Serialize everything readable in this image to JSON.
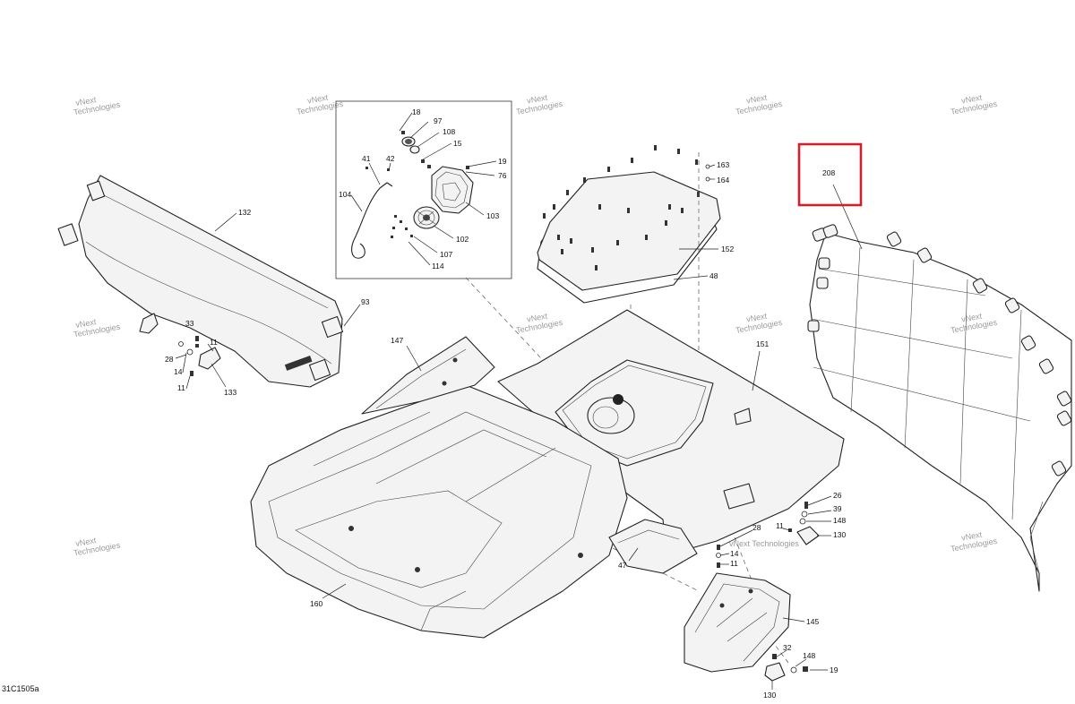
{
  "diagram": {
    "reference_code": "31C1505a",
    "watermark": {
      "line1": "vNext",
      "line2": "Technologies",
      "line3": "vNext Technologies"
    },
    "highlighted_callout": "208",
    "highlight_color": "#d0202a",
    "callouts": {
      "c18": "18",
      "c97": "97",
      "c108": "108",
      "c15": "15",
      "c41": "41",
      "c42": "42",
      "c19a": "19",
      "c76": "76",
      "c104": "104",
      "c103": "103",
      "c102": "102",
      "c107": "107",
      "c114": "114",
      "c163": "163",
      "c164": "164",
      "c152": "152",
      "c48": "48",
      "c208": "208",
      "c132": "132",
      "c93": "93",
      "c33": "33",
      "c11a": "11",
      "c28a": "28",
      "c14a": "14",
      "c11b": "11",
      "c133": "133",
      "c147": "147",
      "c151": "151",
      "c26": "26",
      "c39": "39",
      "c148a": "148",
      "c11c": "11",
      "c130a": "130",
      "c28b": "28",
      "c14b": "14",
      "c11d": "11",
      "c47": "47",
      "c160": "160",
      "c145": "145",
      "c32": "32",
      "c148b": "148",
      "c19b": "19",
      "c130b": "130"
    }
  }
}
